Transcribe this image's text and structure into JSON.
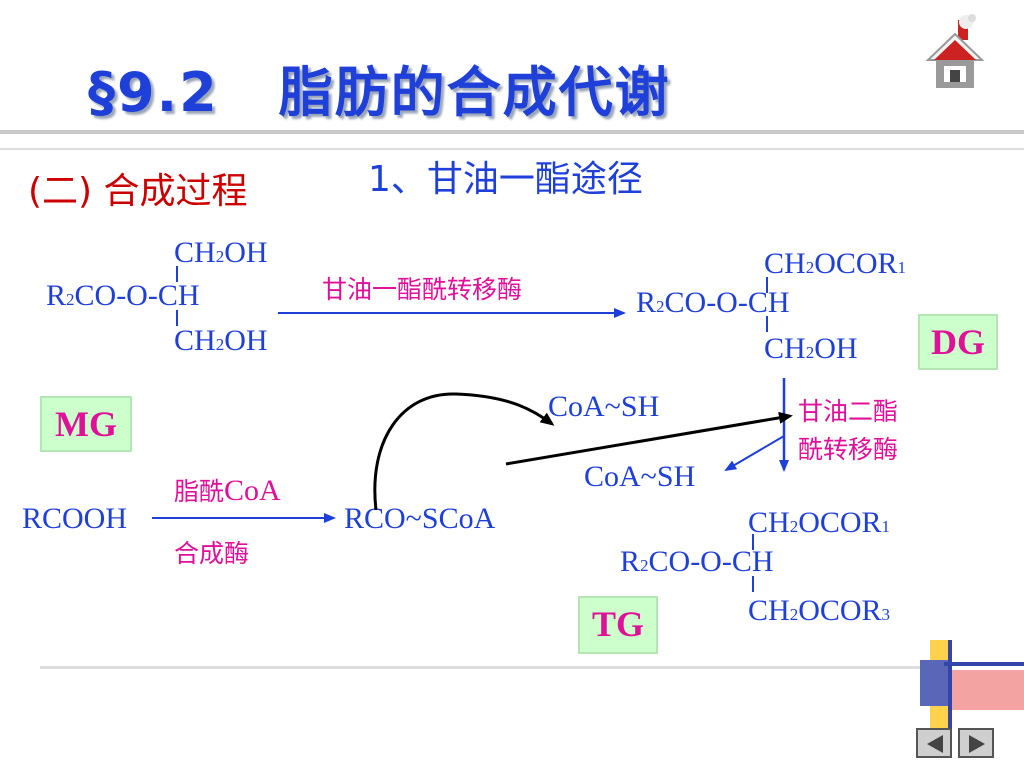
{
  "header": {
    "section_no": "§9.2",
    "title": "脂肪的合成代谢",
    "house_icon": "house-icon"
  },
  "section": {
    "heading": "(二) 合成过程",
    "subheading": "1、甘油一酯途径"
  },
  "mg_structure": {
    "top": [
      "CH",
      "2",
      "OH"
    ],
    "middle": [
      "R",
      "2",
      "CO-O-CH"
    ],
    "bottom": [
      "CH",
      "2",
      "OH"
    ]
  },
  "dg_structure": {
    "top": [
      "CH",
      "2",
      "OCOR",
      "1"
    ],
    "middle": [
      "R",
      "2",
      "CO-O-CH"
    ],
    "bottom": [
      "CH",
      "2",
      "OH"
    ]
  },
  "tg_structure": {
    "top": [
      "CH",
      "2",
      "OCOR",
      "1"
    ],
    "middle": [
      "R",
      "2",
      "CO-O-CH"
    ],
    "bottom": [
      "CH",
      "2",
      "OCOR",
      "3"
    ]
  },
  "enzymes": {
    "mg_acyltransferase": "甘油一酯酰转移酶",
    "dg_acyltransferase_line1": "甘油二酯",
    "dg_acyltransferase_line2": "酰转移酶",
    "acyl_coa_synthetase_line1_cn": "脂酰",
    "acyl_coa_synthetase_line1_en": "CoA",
    "acyl_coa_synthetase_line2": "合成酶"
  },
  "labels": {
    "mg": "MG",
    "dg": "DG",
    "tg": "TG"
  },
  "reactants": {
    "rcooh": "RCOOH",
    "acyl_coa": "RCO~SCoA",
    "coa_sh_top": "CoA~SH",
    "coa_sh_bottom": "CoA~SH"
  },
  "nav": {
    "prev_icon": "prev-slide-icon",
    "next_icon": "next-slide-icon"
  },
  "colors": {
    "title": "#1f3fd9",
    "section": "#cc0000",
    "enzyme": "#e0109a",
    "badge_bg": "#ccffcc"
  }
}
